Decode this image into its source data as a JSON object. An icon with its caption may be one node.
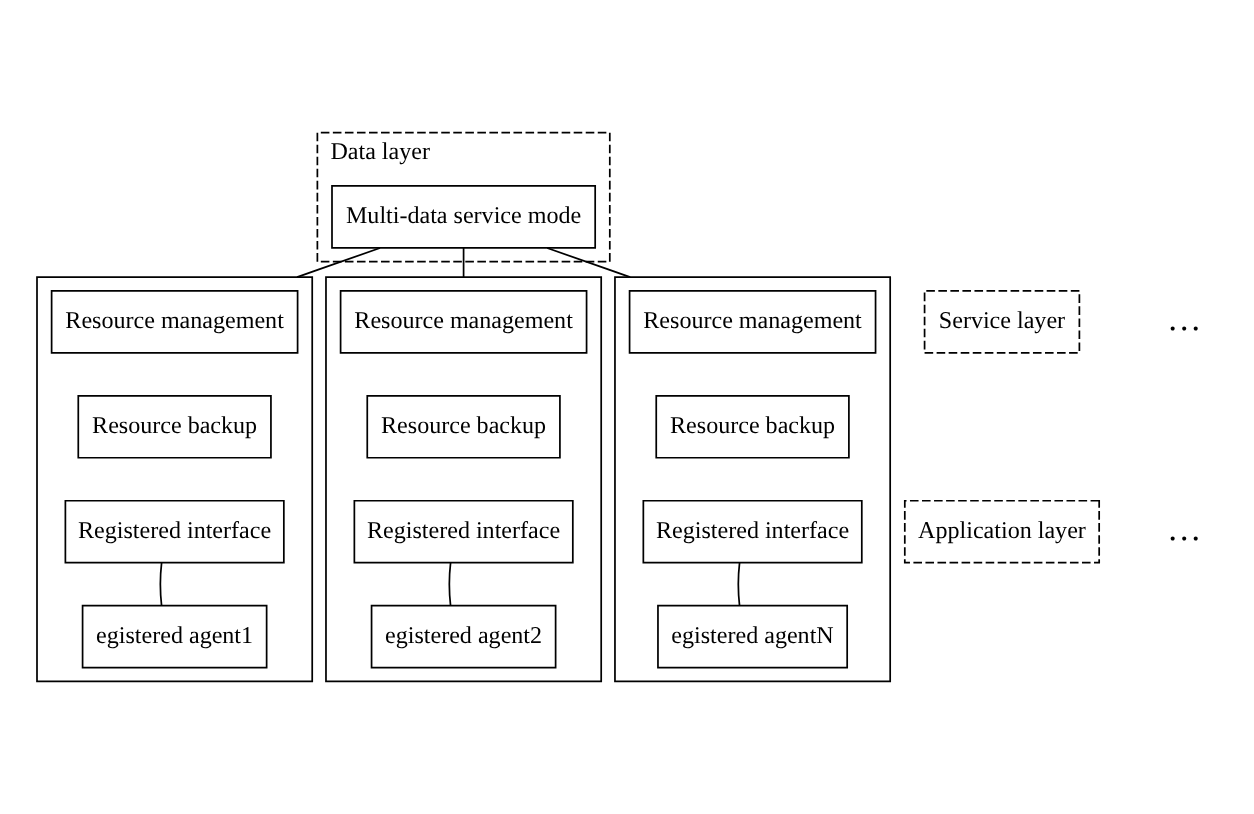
{
  "diagram": {
    "nodes": [
      {
        "text": [
          "Data layer"
        ]
      },
      {
        "text": [
          "Multi-data service mode"
        ],
        "in": 0
      },
      {
        "text": [
          "Service layer"
        ]
      },
      {
        "text": [
          "Application layer"
        ]
      },
      {
        "text": [],
        "shape": "box"
      },
      {
        "text": [
          "Resource management"
        ],
        "in": 4
      },
      {
        "text": [
          "Resource backup"
        ],
        "in": 4
      },
      {
        "text": [
          "Registered interface"
        ],
        "in": 4
      },
      {
        "text": [
          "egistered agent1"
        ],
        "in": 4
      },
      {
        "text": [],
        "shape": "box"
      },
      {
        "text": [
          "Resource management"
        ],
        "in": 9
      },
      {
        "text": [
          "Resource backup"
        ],
        "in": 9
      },
      {
        "text": [
          "Registered interface"
        ],
        "in": 9
      },
      {
        "text": [
          "egistered agent2"
        ],
        "in": 9
      },
      {
        "text": [],
        "shape": "box"
      },
      {
        "text": [
          "Resource management"
        ],
        "in": 14
      },
      {
        "text": [
          "Resource backup"
        ],
        "in": 14
      },
      {
        "text": [
          "Registered interface"
        ],
        "in": 14
      },
      {
        "text": [
          "egistered agentN"
        ],
        "in": 14
      }
    ],
    "edges": [
      {
        "from": 1,
        "to": 4,
        "arrow": "none"
      },
      {
        "from": 1,
        "to": 9,
        "arrow": "none"
      },
      {
        "from": 1,
        "to": 14,
        "arrow": "none"
      },
      {
        "from": 7,
        "to": 8,
        "arrow": "none"
      },
      {
        "from": 12,
        "to": 13,
        "arrow": "none"
      },
      {
        "from": 17,
        "to": 18,
        "arrow": "none"
      }
    ],
    "labels": [
      "…",
      "…"
    ]
  }
}
